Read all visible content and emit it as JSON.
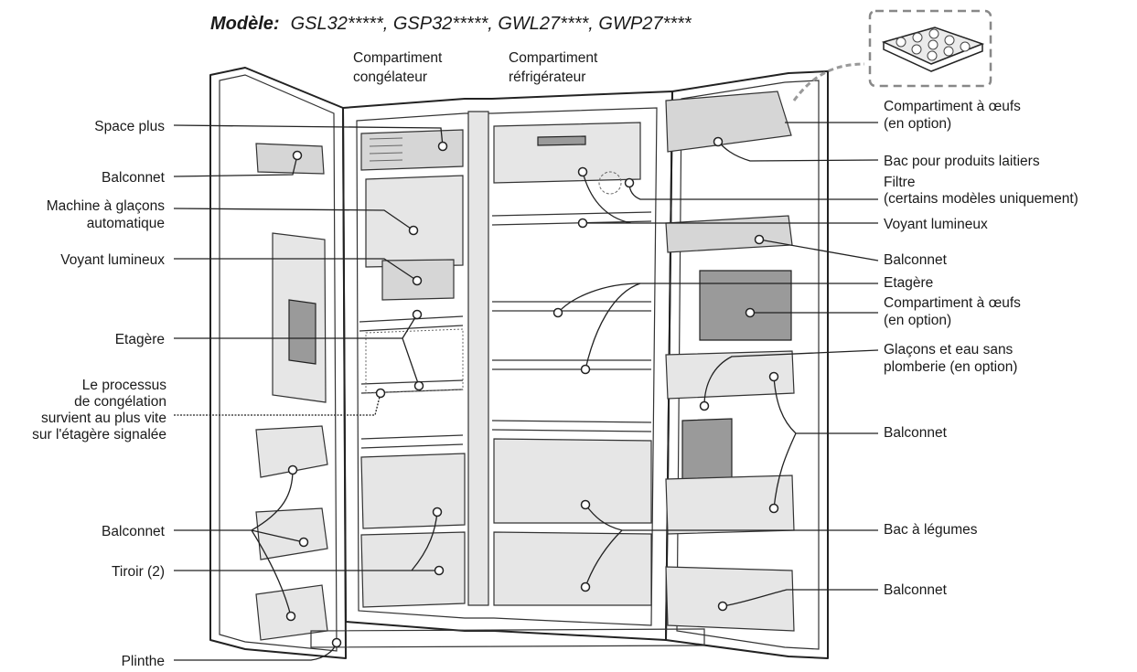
{
  "title": {
    "prefix": "Modèle:",
    "models": "GSL32*****, GSP32*****, GWL27****, GWP27****"
  },
  "labels": {
    "freezer": [
      "Compartiment",
      "congélateur"
    ],
    "fridge": [
      "Compartiment",
      "réfrigérateur"
    ],
    "space_plus": [
      "Space plus"
    ],
    "balconnet_left_top": [
      "Balconnet"
    ],
    "ice_maker": [
      "Machine à glaçons",
      "automatique"
    ],
    "light_left": [
      "Voyant lumineux"
    ],
    "shelf_left": [
      "Etagère"
    ],
    "freezing_note": [
      "Le processus",
      "de congélation",
      "survient au plus vite",
      "sur l'étagère signalée"
    ],
    "balconnet_left_bottom": [
      "Balconnet"
    ],
    "drawer": [
      "Tiroir (2)"
    ],
    "plinth": [
      "Plinthe"
    ],
    "egg_tray_top": [
      "Compartiment à œufs",
      "(en option)"
    ],
    "dairy": [
      "Bac pour produits laitiers"
    ],
    "filter": [
      "Filtre",
      "(certains modèles uniquement)"
    ],
    "light_right": [
      "Voyant lumineux"
    ],
    "balconnet_right_1": [
      "Balconnet"
    ],
    "shelf_right": [
      "Etagère"
    ],
    "egg_tray_mid": [
      "Compartiment à œufs",
      "(en option)"
    ],
    "ice_water": [
      "Glaçons et eau sans",
      "plomberie (en option)"
    ],
    "balconnet_right_2": [
      "Balconnet"
    ],
    "crisper": [
      "Bac à légumes"
    ],
    "balconnet_right_3": [
      "Balconnet"
    ]
  },
  "icons": {
    "egg_tray": "egg-tray-icon"
  }
}
